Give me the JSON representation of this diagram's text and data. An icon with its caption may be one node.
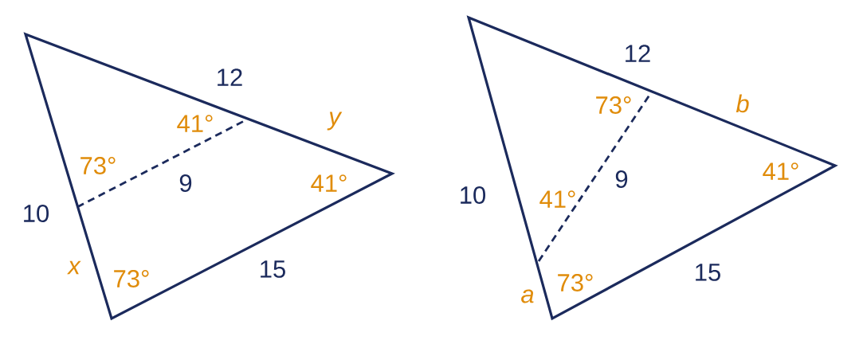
{
  "diagram": {
    "labels": [
      "12",
      "41°",
      "y",
      "73°",
      "9",
      "41°",
      "10",
      "x",
      "73°",
      "15",
      "12",
      "73°",
      "b",
      "9",
      "10",
      "41°",
      "41°",
      "a",
      "73°",
      "15"
    ]
  }
}
